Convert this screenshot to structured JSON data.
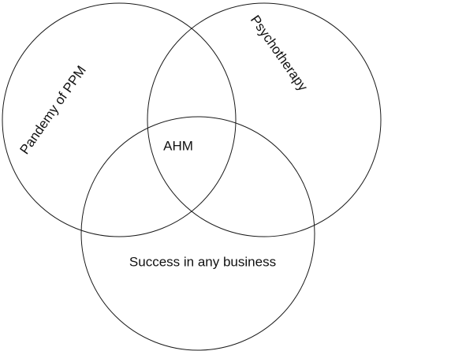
{
  "diagram": {
    "type": "venn",
    "sets": [
      {
        "label": "Pandemy of PPM"
      },
      {
        "label": "Psychotherapy"
      },
      {
        "label": "Success in any business"
      }
    ],
    "intersection": {
      "label": "AHM"
    },
    "colors": {
      "stroke": "#1a1a1a",
      "text": "#111111",
      "background": "#ffffff"
    }
  }
}
